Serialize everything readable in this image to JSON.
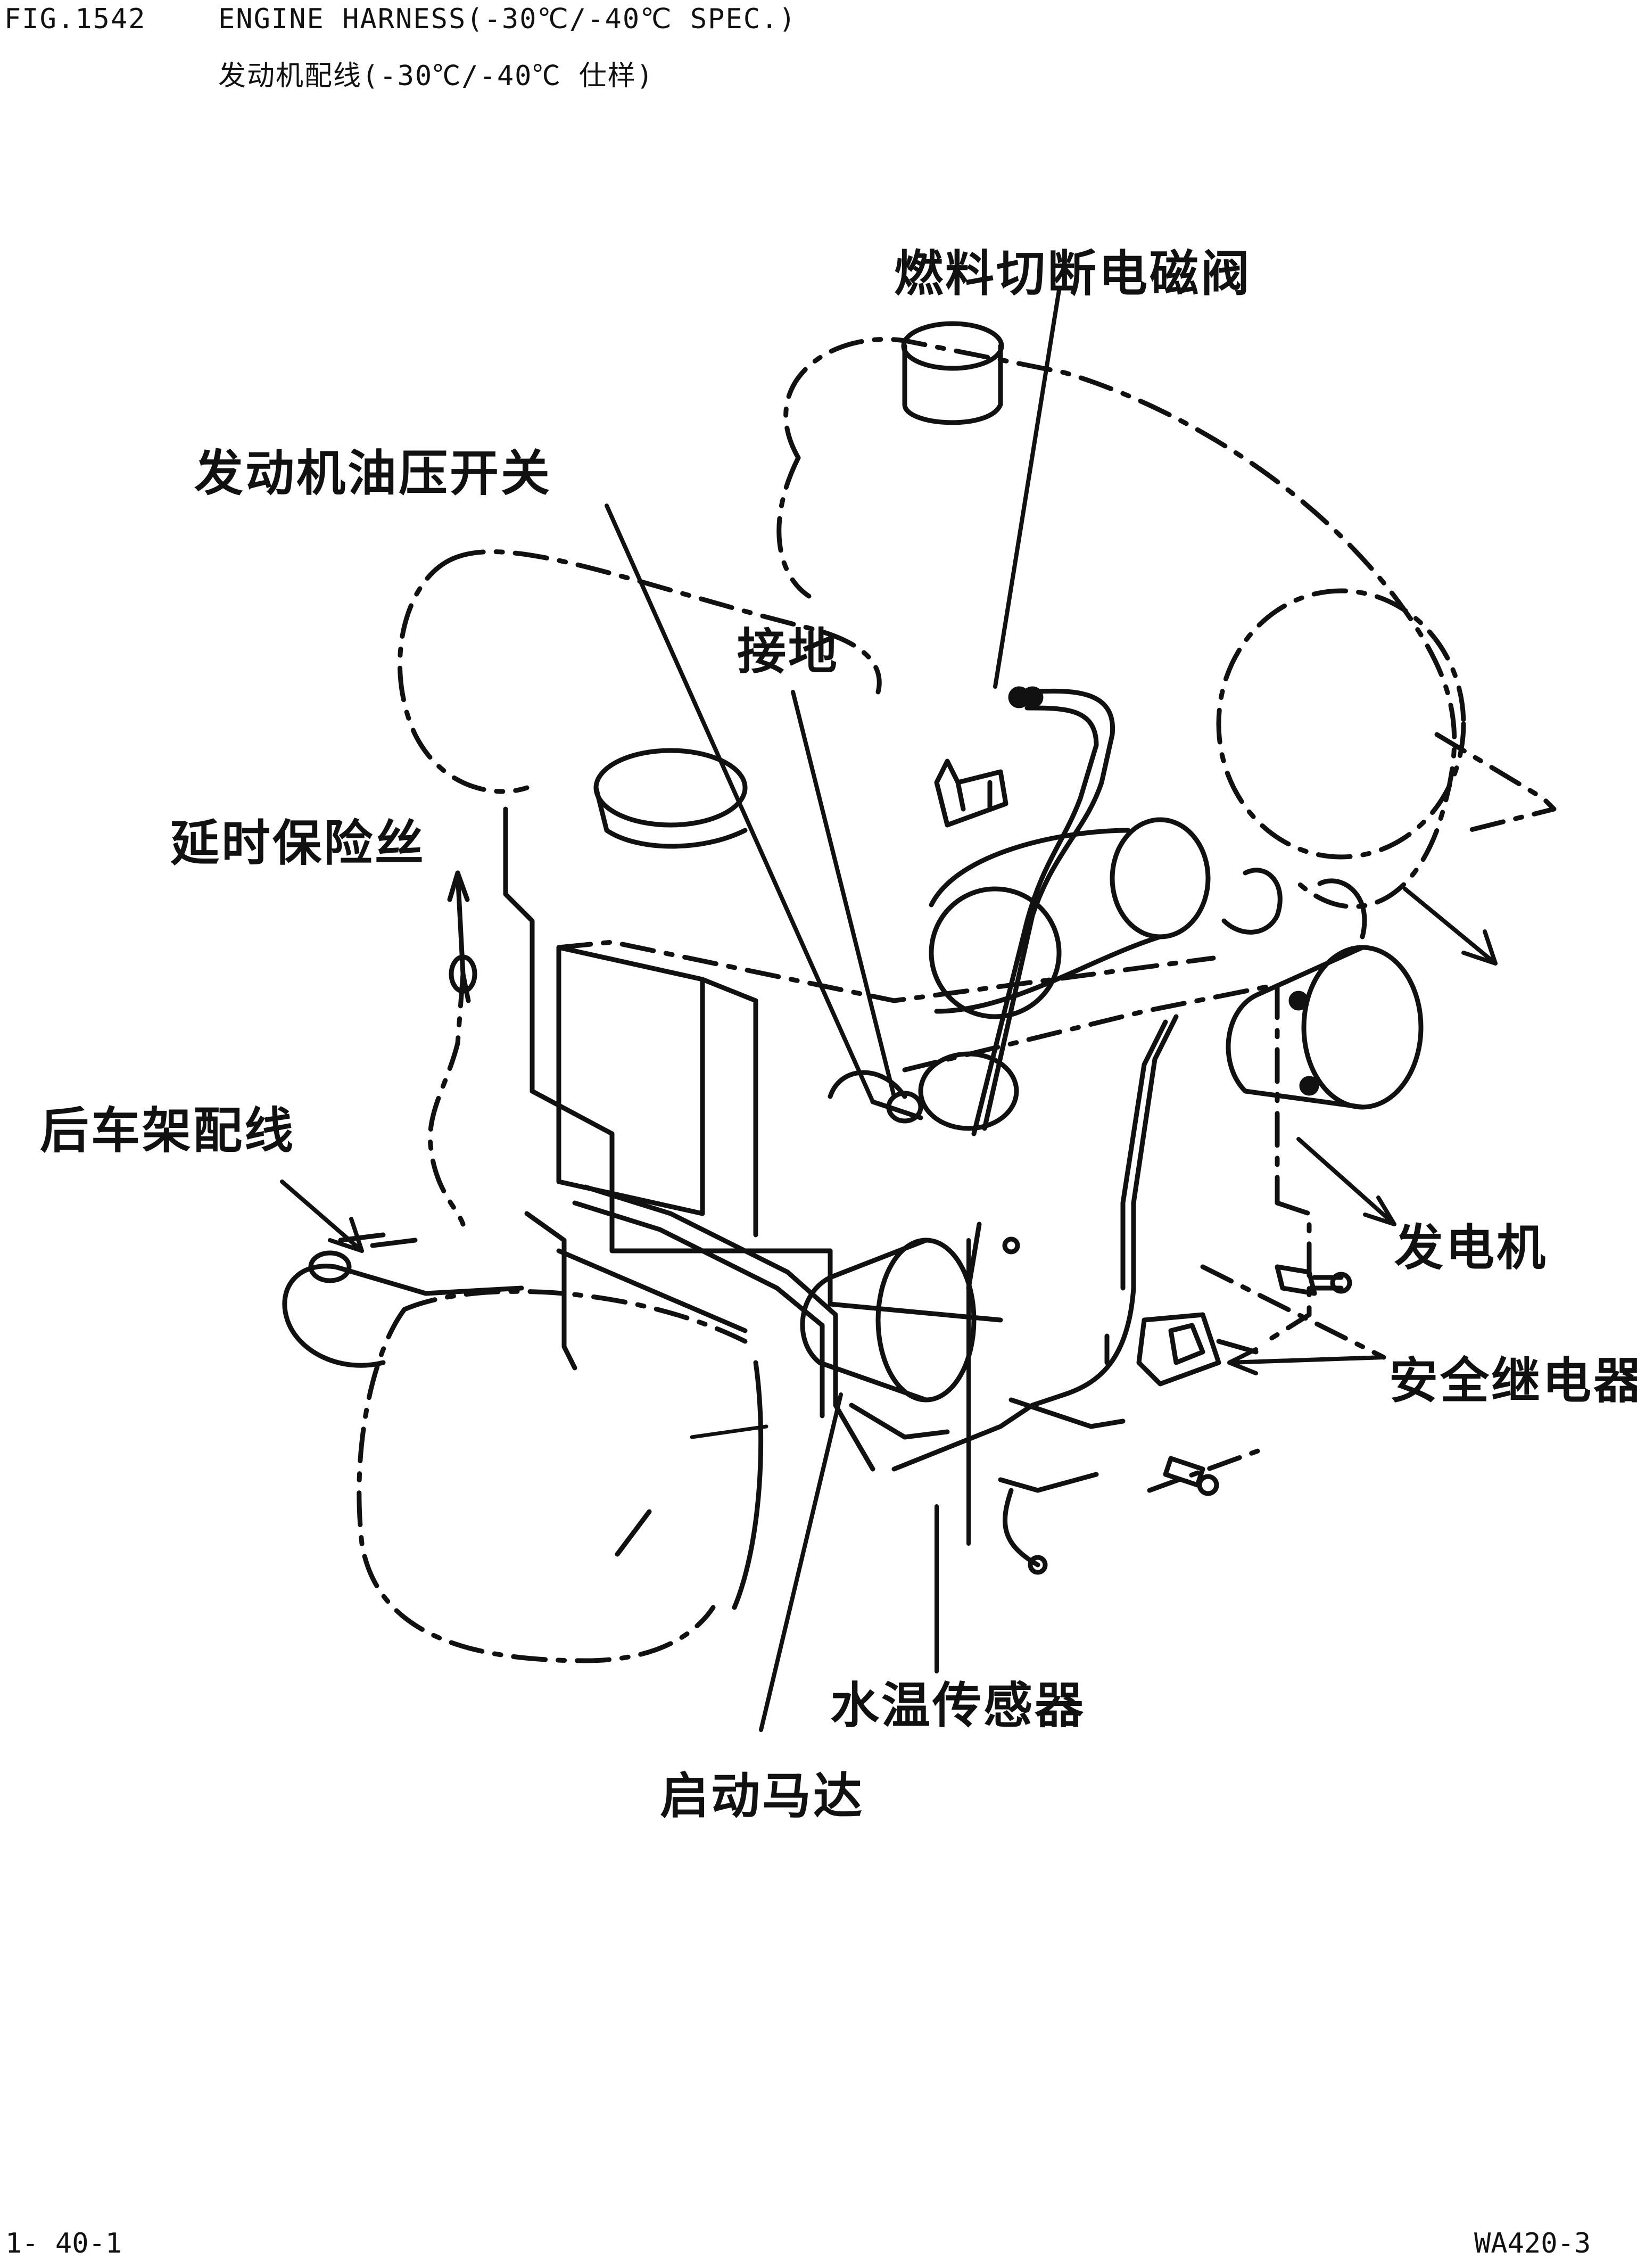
{
  "header": {
    "fig_no": "FIG.1542",
    "title_en": "ENGINE HARNESS(-30℃/-40℃ SPEC.)",
    "title_cn": "发动机配线(-30℃/-40℃ 仕样)"
  },
  "labels": {
    "fuel_cut_solenoid": "燃料切断电磁阀",
    "oil_pressure_switch": "发动机油压开关",
    "ground": "接地",
    "slow_blow_fuse": "延时保险丝",
    "rear_frame_harness": "后车架配线",
    "alternator": "发电机",
    "safety_relay": "安全继电器",
    "water_temp_sensor": "水温传感器",
    "starting_motor": "启动马达"
  },
  "footer": {
    "page": "1- 40-1",
    "model": "WA420-3"
  }
}
